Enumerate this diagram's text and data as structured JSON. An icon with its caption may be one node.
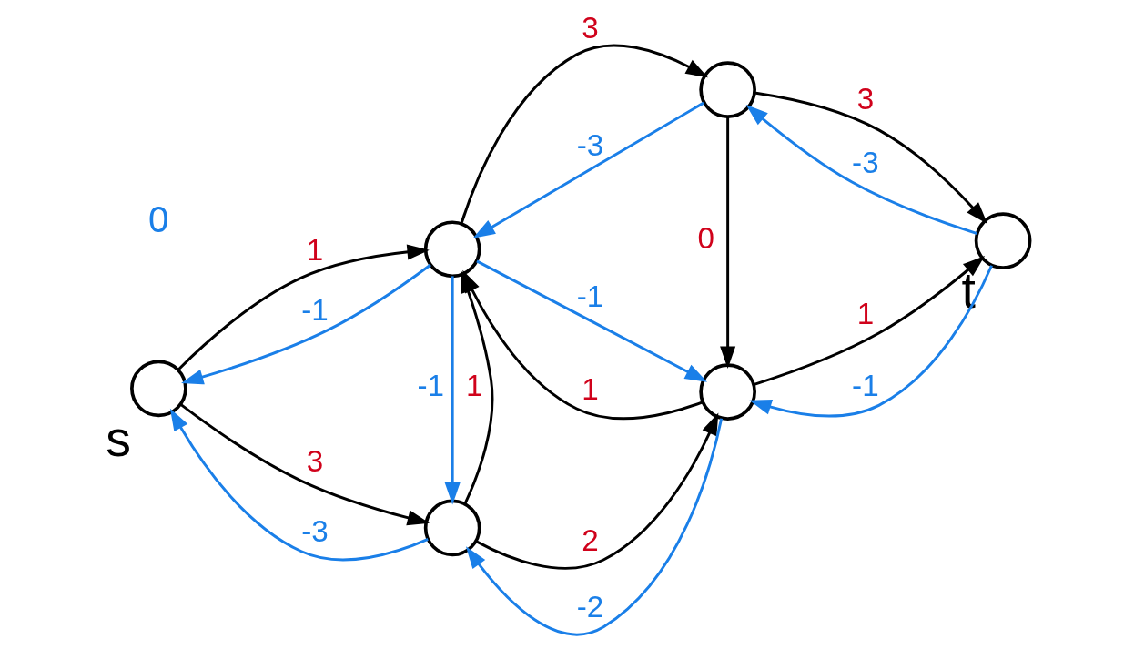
{
  "diagram": {
    "nodes": [
      {
        "text": [],
        "shape": "circle",
        "beside": [
          "s"
        ]
      },
      {
        "text": [],
        "shape": "circle"
      },
      {
        "text": [],
        "shape": "circle"
      },
      {
        "text": [],
        "shape": "circle"
      },
      {
        "text": [],
        "shape": "circle"
      },
      {
        "text": [],
        "shape": "circle",
        "beside": [
          "t"
        ]
      }
    ],
    "edges": [
      {
        "from": 0,
        "to": 1,
        "arrow": "to",
        "label": "3"
      },
      {
        "from": 1,
        "to": 0,
        "arrow": "to",
        "label": "-3",
        "color": "#1a7fe8"
      },
      {
        "from": 0,
        "to": 3,
        "arrow": "to",
        "label": "1"
      },
      {
        "from": 3,
        "to": 0,
        "arrow": "to",
        "label": "-1",
        "color": "#1a7fe8"
      },
      {
        "from": 1,
        "to": 2,
        "arrow": "to",
        "label": "2"
      },
      {
        "from": 2,
        "to": 1,
        "arrow": "to",
        "label": "-2",
        "color": "#1a7fe8"
      },
      {
        "from": 1,
        "to": 3,
        "arrow": "to",
        "label": "1"
      },
      {
        "from": 3,
        "to": 1,
        "arrow": "to",
        "label": "-1",
        "color": "#1a7fe8"
      },
      {
        "from": 2,
        "to": 3,
        "arrow": "to",
        "label": "1"
      },
      {
        "from": 3,
        "to": 2,
        "arrow": "to",
        "label": "-1",
        "color": "#1a7fe8"
      },
      {
        "from": 4,
        "to": 2,
        "arrow": "to",
        "label": "0"
      },
      {
        "from": 3,
        "to": 4,
        "arrow": "to",
        "label": "3"
      },
      {
        "from": 4,
        "to": 3,
        "arrow": "to",
        "label": "-3",
        "color": "#1a7fe8"
      },
      {
        "from": 2,
        "to": 5,
        "arrow": "to",
        "label": "1"
      },
      {
        "from": 5,
        "to": 2,
        "arrow": "to",
        "label": "-1",
        "color": "#1a7fe8"
      },
      {
        "from": 4,
        "to": 5,
        "arrow": "to",
        "label": "3"
      },
      {
        "from": 5,
        "to": 4,
        "arrow": "to",
        "label": "-3",
        "color": "#1a7fe8"
      }
    ],
    "labels": [
      "0"
    ]
  }
}
